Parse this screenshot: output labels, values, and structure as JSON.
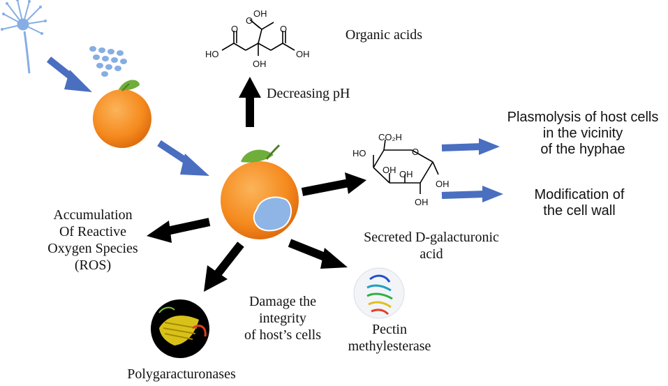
{
  "labels": {
    "organic_acids": "Organic acids",
    "decreasing_ph": "Decreasing pH",
    "plasmolysis": "Plasmolysis of host cells\nin the vicinity\nof the hyphae",
    "modification": "Modification of\nthe cell wall",
    "secreted_acid": "Secreted D-galacturonic\nacid",
    "ros": "Accumulation\nOf Reactive\nOxygen Species\n(ROS)",
    "damage": "Damage the\nintegrity\nof host’s cells",
    "pectin": "Pectin\nmethylesterase",
    "polygalact": "Polygaracturonases"
  },
  "citric_acid": {
    "oh_top": "OH",
    "o_top": "O",
    "ho_left": "HO",
    "o_left": "O",
    "oh_right": "OH",
    "o_right": "O",
    "oh_center": "OH"
  },
  "galacturonic_acid": {
    "co2h": "CO₂H",
    "o_ring": "O",
    "ho_1": "HO",
    "oh_2": "OH",
    "oh_3": "OH",
    "oh_4": "OH",
    "oh_5": "OH"
  },
  "colors": {
    "orange": "#f58a1e",
    "orange_light": "#f9a94a",
    "leaf": "#6fae3a",
    "blue_arrow": "#4a6fc0",
    "black_arrow": "#000000",
    "lesion": "#8fb4e6",
    "spore": "#86aee3"
  }
}
